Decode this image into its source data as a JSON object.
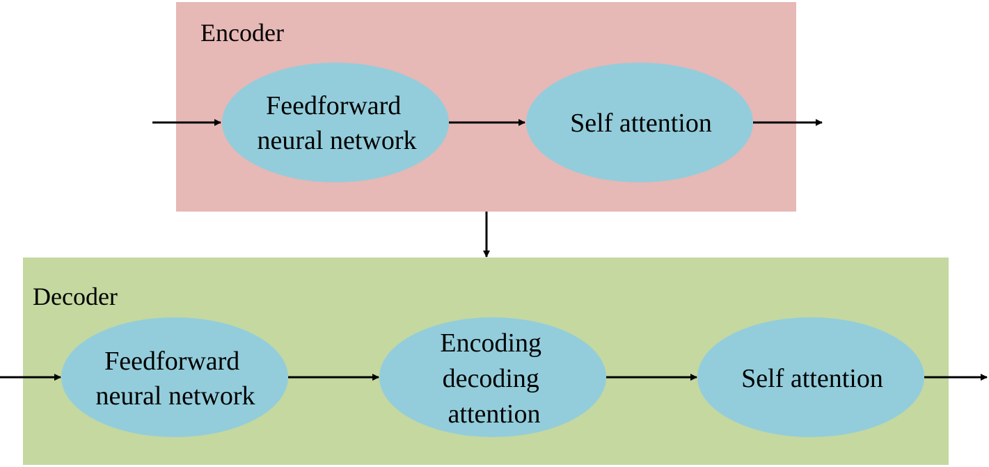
{
  "colors": {
    "encoder_fill": "#e6b8b6",
    "decoder_fill": "#c4d8a0",
    "node_fill": "#93cddb",
    "arrow": "#000000"
  },
  "encoder": {
    "title": "Encoder",
    "nodes": [
      {
        "id": "enc-ffn",
        "lines": [
          "Feedforward",
          "neural network"
        ]
      },
      {
        "id": "enc-self-attn",
        "lines": [
          "Self attention"
        ]
      }
    ]
  },
  "decoder": {
    "title": "Decoder",
    "nodes": [
      {
        "id": "dec-ffn",
        "lines": [
          "Feedforward",
          "neural network"
        ]
      },
      {
        "id": "dec-enc-dec-attn",
        "lines": [
          "Encoding",
          "decoding",
          "attention"
        ]
      },
      {
        "id": "dec-self-attn",
        "lines": [
          "Self attention"
        ]
      }
    ]
  },
  "edges": [
    {
      "from": "encoder-input",
      "to": "enc-ffn"
    },
    {
      "from": "enc-ffn",
      "to": "enc-self-attn"
    },
    {
      "from": "enc-self-attn",
      "to": "encoder-output"
    },
    {
      "from": "encoder",
      "to": "decoder"
    },
    {
      "from": "decoder-input",
      "to": "dec-ffn"
    },
    {
      "from": "dec-ffn",
      "to": "dec-enc-dec-attn"
    },
    {
      "from": "dec-enc-dec-attn",
      "to": "dec-self-attn"
    },
    {
      "from": "dec-self-attn",
      "to": "decoder-output"
    }
  ]
}
